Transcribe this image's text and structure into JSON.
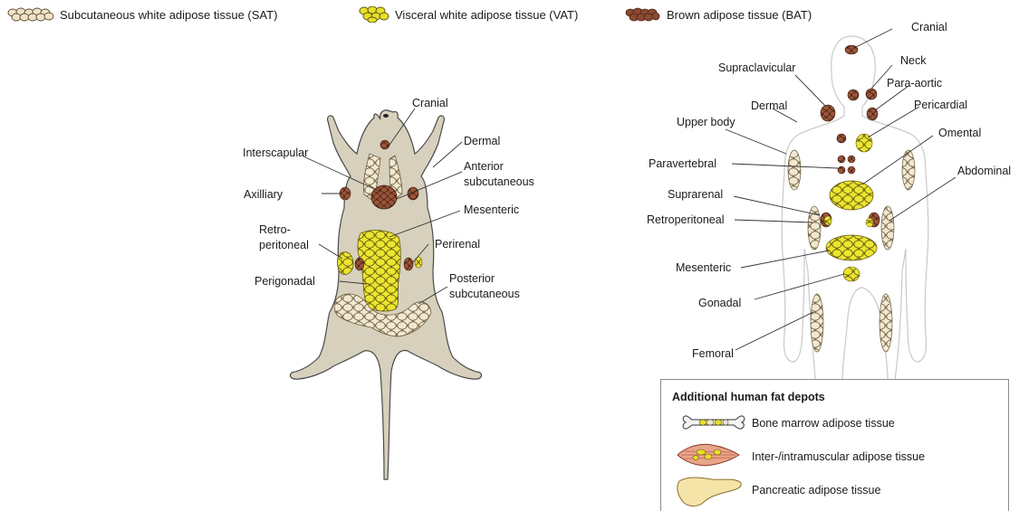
{
  "legend": {
    "sat": "Subcutaneous white adipose tissue (SAT)",
    "vat": "Visceral white adipose tissue (VAT)",
    "bat": "Brown adipose tissue (BAT)"
  },
  "colors": {
    "sat": "#efe3c8",
    "vat": "#e6df2a",
    "bat": "#8a4a32",
    "outline": "#5a4a30",
    "mouse_body": "#d6d0bd",
    "human_body": "#ffffff"
  },
  "mouse_labels": {
    "cranial": "Cranial",
    "dermal": "Dermal",
    "interscapular": "Interscapular",
    "anterior_subcutaneous": [
      "Anterior",
      "subcutaneous"
    ],
    "axilliary": "Axilliary",
    "mesenteric": "Mesenteric",
    "retroperitoneal": [
      "Retro-",
      "peritoneal"
    ],
    "perirenal": "Perirenal",
    "perigonadal": "Perigonadal",
    "posterior_subcutaneous": [
      "Posterior",
      "subcutaneous"
    ]
  },
  "human_labels": {
    "cranial": "Cranial",
    "supraclavicular": "Supraclavicular",
    "neck": "Neck",
    "para_aortic": "Para-aortic",
    "dermal": "Dermal",
    "pericardial": "Pericardial",
    "upper_body": "Upper body",
    "omental": "Omental",
    "paravertebral": "Paravertebral",
    "abdominal": "Abdominal",
    "suprarenal": "Suprarenal",
    "retroperitoneal": "Retroperitoneal",
    "mesenteric": "Mesenteric",
    "gonadal": "Gonadal",
    "femoral": "Femoral"
  },
  "additional_box": {
    "title": "Additional human fat depots",
    "items": [
      {
        "label": "Bone marrow adipose tissue",
        "icon": "bone-icon"
      },
      {
        "label": "Inter-/intramuscular adipose tissue",
        "icon": "muscle-icon"
      },
      {
        "label": "Pancreatic adipose tissue",
        "icon": "pancreas-icon"
      }
    ]
  }
}
